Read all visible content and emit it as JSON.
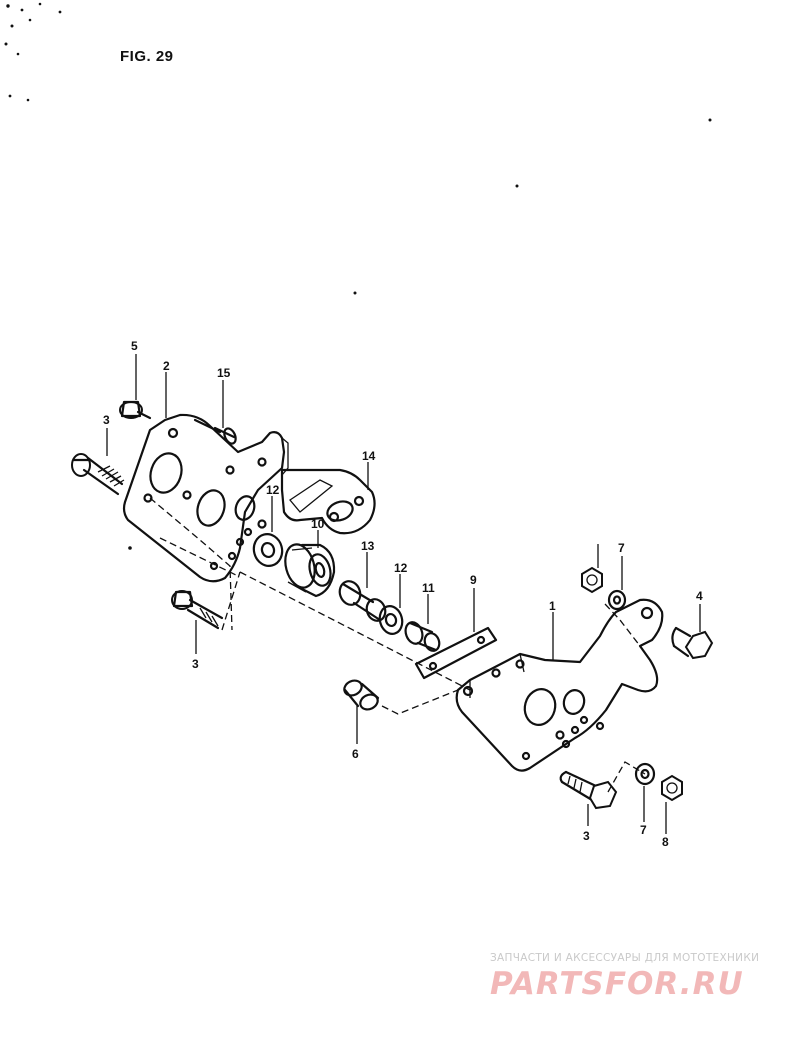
{
  "figure": {
    "title": "FIG. 29"
  },
  "callouts": [
    {
      "id": "c5",
      "text": "5"
    },
    {
      "id": "c2",
      "text": "2"
    },
    {
      "id": "c15",
      "text": "15"
    },
    {
      "id": "c3a",
      "text": "3"
    },
    {
      "id": "c14",
      "text": "14"
    },
    {
      "id": "c12a",
      "text": "12"
    },
    {
      "id": "c10",
      "text": "10"
    },
    {
      "id": "c13",
      "text": "13"
    },
    {
      "id": "c12b",
      "text": "12"
    },
    {
      "id": "c11",
      "text": "11"
    },
    {
      "id": "c9",
      "text": "9"
    },
    {
      "id": "c7a",
      "text": "7"
    },
    {
      "id": "c1",
      "text": "1"
    },
    {
      "id": "c4",
      "text": "4"
    },
    {
      "id": "c3b",
      "text": "3"
    },
    {
      "id": "c6",
      "text": "6"
    },
    {
      "id": "c3c",
      "text": "3"
    },
    {
      "id": "c7b",
      "text": "7"
    },
    {
      "id": "c8",
      "text": "8"
    }
  ],
  "watermark": {
    "tagline": "ЗАПЧАСТИ И АКСЕССУАРЫ ДЛЯ МОТОТЕХНИКИ",
    "logo": "PARTSFOR.RU"
  }
}
